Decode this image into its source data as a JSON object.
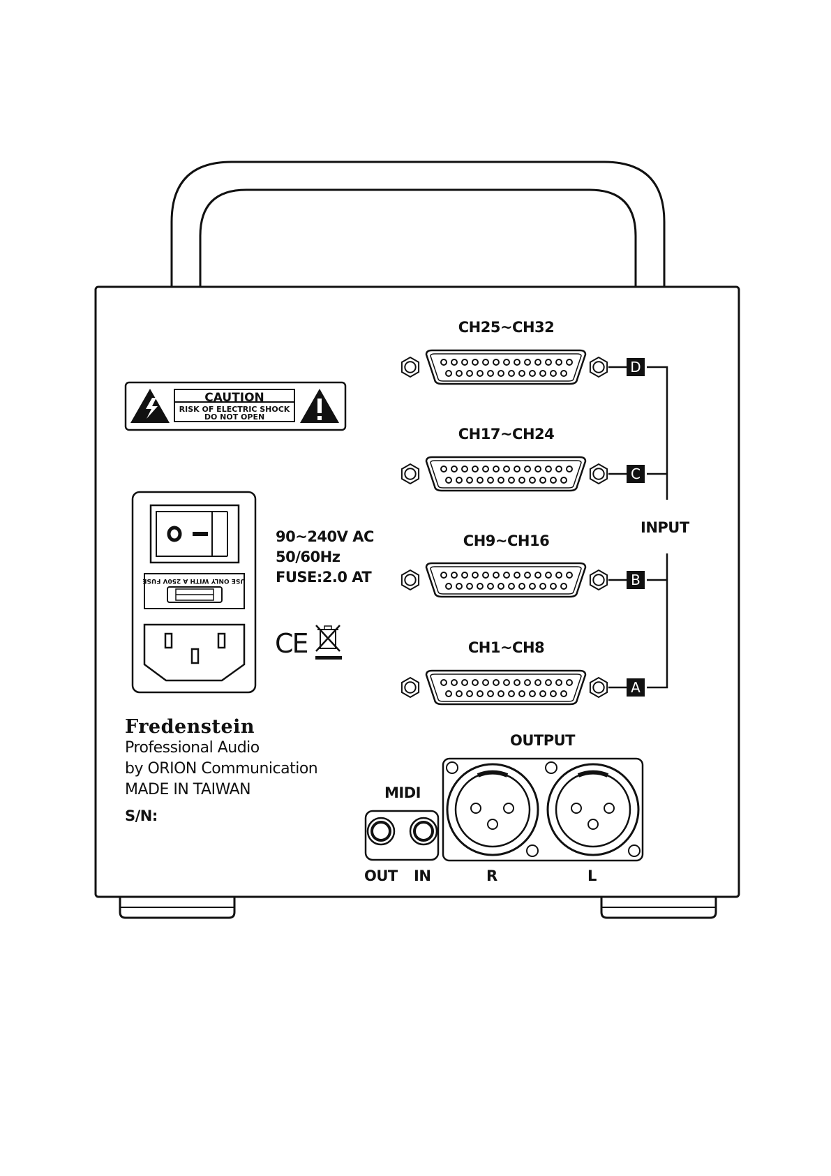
{
  "caution": {
    "title": "CAUTION",
    "line1": "RISK OF ELECTRIC SHOCK",
    "line2": "DO NOT OPEN"
  },
  "fuse_label": "USE ONLY WITH A 250V FUSE",
  "power_specs": [
    "90~240V AC",
    "50/60Hz",
    "FUSE:2.0 AT"
  ],
  "marks": {
    "ce": "CE"
  },
  "brand": {
    "name": "Fredenstein",
    "lines": [
      "Professional Audio",
      "by ORION Communication",
      "MADE  IN  TAIWAN"
    ],
    "serial_label": "S/N:"
  },
  "inputs": {
    "label": "INPUT",
    "ports": [
      {
        "channels": "CH25~CH32",
        "letter": "D"
      },
      {
        "channels": "CH17~CH24",
        "letter": "C"
      },
      {
        "channels": "CH9~CH16",
        "letter": "B"
      },
      {
        "channels": "CH1~CH8",
        "letter": "A"
      }
    ]
  },
  "midi": {
    "label": "MIDI",
    "out": "OUT",
    "in": "IN"
  },
  "output": {
    "label": "OUTPUT",
    "right": "R",
    "left": "L"
  },
  "colors": {
    "ink": "#111111",
    "paper": "#ffffff"
  }
}
